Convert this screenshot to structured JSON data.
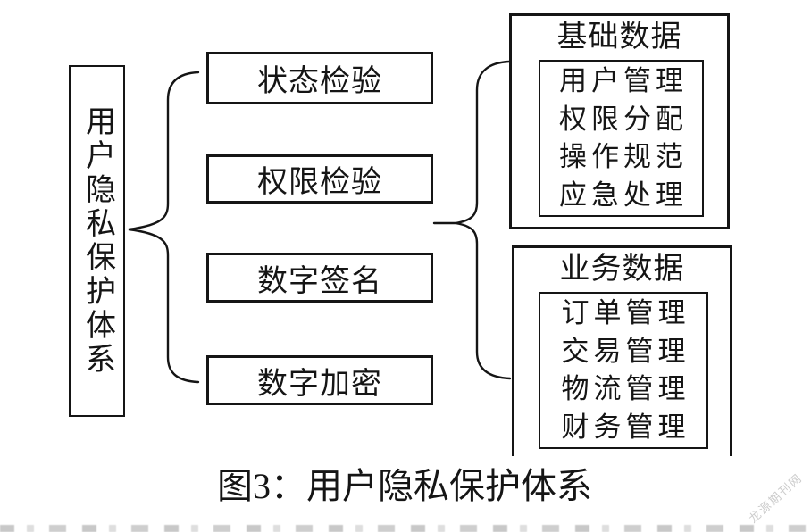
{
  "diagram": {
    "root_label": "用户隐私保护体系",
    "middle_items": [
      "状态检验",
      "权限检验",
      "数字签名",
      "数字加密"
    ],
    "right_groups": [
      {
        "title": "基础数据",
        "items": [
          "用户管理",
          "权限分配",
          "操作规范",
          "应急处理"
        ]
      },
      {
        "title": "业务数据",
        "items": [
          "订单管理",
          "交易管理",
          "物流管理",
          "财务管理"
        ]
      }
    ],
    "caption": "图3：用户隐私保护体系",
    "watermark": "龙源期刊网",
    "colors": {
      "line": "#151515",
      "text": "#151515",
      "watermark": "#cccccc",
      "background": "#ffffff"
    }
  }
}
